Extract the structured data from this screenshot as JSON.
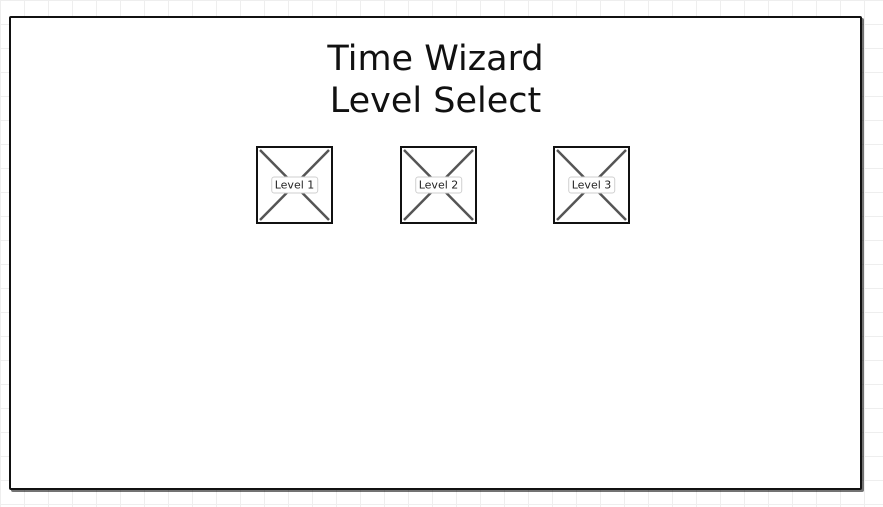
{
  "screen": {
    "title_line1": "Time Wizard",
    "title_line2": "Level Select"
  },
  "levels": [
    {
      "label": "Level 1"
    },
    {
      "label": "Level 2"
    },
    {
      "label": "Level 3"
    }
  ],
  "colors": {
    "stroke": "#111111",
    "placeholder_cross": "#555555",
    "grid": "#eeeeee"
  }
}
